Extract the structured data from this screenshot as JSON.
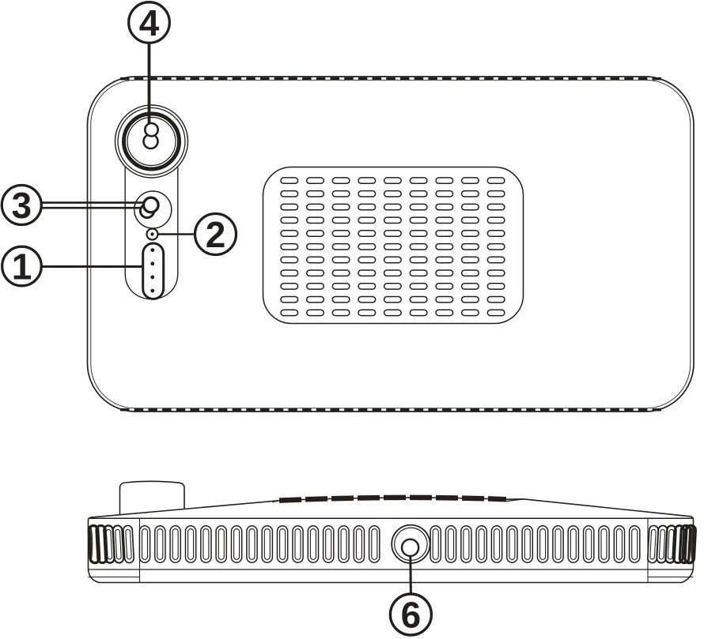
{
  "palette": {
    "line_color": "#231f1f",
    "background": "#ffffff"
  },
  "callouts": {
    "c1": {
      "label": "1",
      "points_to": "battery-level-indicator"
    },
    "c2": {
      "label": "2",
      "points_to": "indicator-led"
    },
    "c3": {
      "label": "3",
      "points_to": "focus-dial"
    },
    "c4": {
      "label": "4",
      "points_to": "lens"
    },
    "c6": {
      "label": "6",
      "points_to": "tripod-mount-hole"
    }
  },
  "patterns": {
    "speaker_grille": {
      "rows": 11,
      "cols": 9
    },
    "battery_indicator_dots": 4,
    "bottom_vent_slots": {
      "count": 33,
      "skipped_at_mount": [
        16,
        17,
        18
      ]
    },
    "left_end_slots": 5,
    "right_end_slots": 6
  }
}
